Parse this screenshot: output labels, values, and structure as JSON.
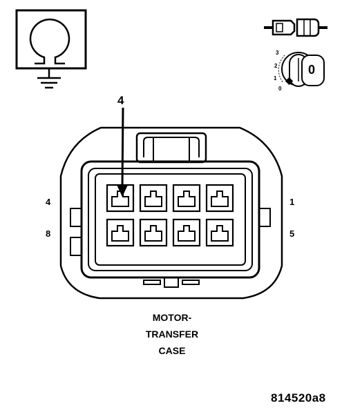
{
  "callout": {
    "pin": "4"
  },
  "side_labels": {
    "top_left": "4",
    "bottom_left": "8",
    "top_right": "1",
    "bottom_right": "5"
  },
  "caption": {
    "line1": "MOTOR-",
    "line2": "TRANSFER",
    "line3": "CASE"
  },
  "figure_id": "814520a8",
  "ignition_key": {
    "positions": [
      "3",
      "2",
      "1",
      "0"
    ],
    "setting": "0"
  },
  "icons": [
    "ohmmeter-ground-icon",
    "connector-disconnect-icon",
    "ignition-key-off-icon"
  ],
  "connector": {
    "pin_count": 8,
    "rows": 2,
    "columns": 4
  }
}
